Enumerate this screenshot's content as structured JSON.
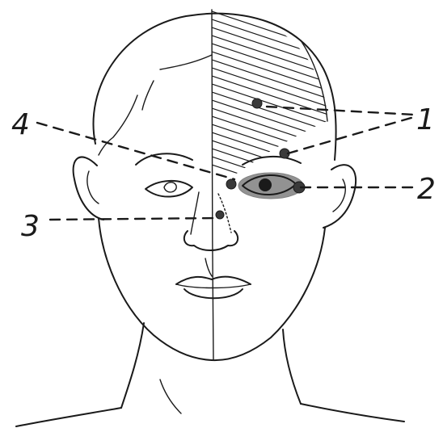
{
  "diagram": {
    "labels": [
      {
        "id": "1",
        "text": "1"
      },
      {
        "id": "2",
        "text": "2"
      },
      {
        "id": "3",
        "text": "3"
      },
      {
        "id": "4",
        "text": "4"
      }
    ]
  },
  "colors": {
    "ink": "#1a1a1a",
    "paper": "#ffffff",
    "shading": "#3a3a3a"
  }
}
